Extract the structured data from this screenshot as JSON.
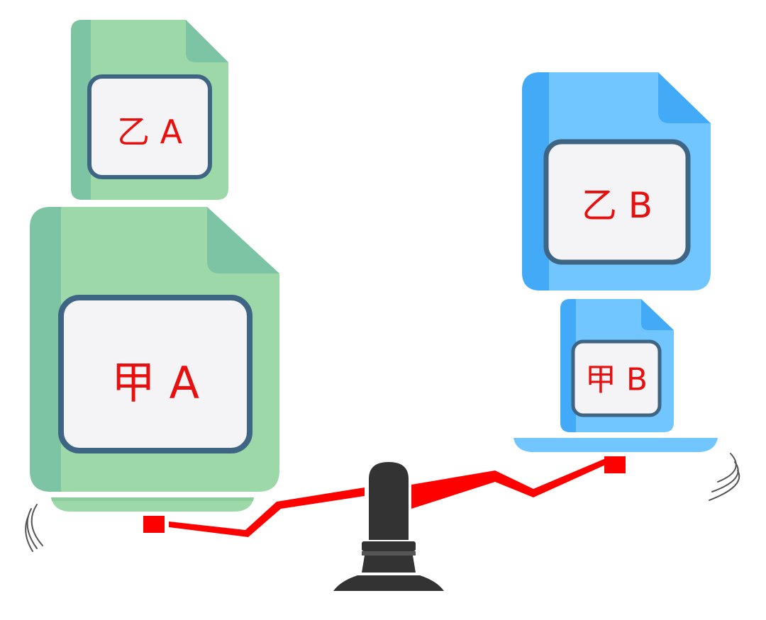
{
  "documents": {
    "left_upper": {
      "label": "乙 A"
    },
    "left_lower": {
      "label": "甲 A"
    },
    "right_upper": {
      "label": "乙 B"
    },
    "right_lower": {
      "label": "甲 B"
    }
  },
  "colors": {
    "green_body": "#9dd8a8",
    "green_dark": "#7cc4a4",
    "blue_body": "#71c6ff",
    "blue_dark": "#42aaf6",
    "frame": "#3f6585",
    "label_panel": "#f4f4f7",
    "label_text": "#e8100f",
    "beam": "#ff0000",
    "stand": "#333333"
  },
  "icons": {
    "fulcrum": "balance-stand-icon",
    "motion_left": "wobble-lines-icon",
    "motion_right": "wobble-lines-icon"
  }
}
